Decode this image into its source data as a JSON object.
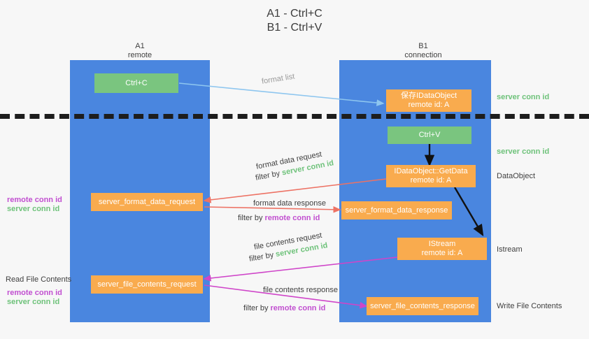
{
  "title": {
    "line1": "A1 - Ctrl+C",
    "line2": "B1 - Ctrl+V"
  },
  "columns": [
    {
      "name": "A1",
      "sub": "remote"
    },
    {
      "name": "B1",
      "sub": "connection"
    }
  ],
  "boxes": {
    "ctrl_c": "Ctrl+C",
    "ctrl_v": "Ctrl+V",
    "save_idataobject_l1": "保存IDataObject",
    "save_idataobject_l2": "remote id: A",
    "getdata_l1": "IDataObject::GetData",
    "getdata_l2": "remote id: A",
    "istream_l1": "IStream",
    "istream_l2": "remote id: A",
    "server_format_data_request": "server_format_data_request",
    "server_format_data_response": "server_format_data_response",
    "server_file_contents_request": "server_file_contents_request",
    "server_file_contents_response": "server_file_contents_response"
  },
  "edges": {
    "format_list": "format list",
    "format_data_request": "format data request",
    "format_data_request_filter_prefix": "filter by ",
    "format_data_request_filter_key": "server conn id",
    "format_data_response": "format data response",
    "format_data_response_filter_prefix": "filter by ",
    "format_data_response_filter_key": "remote conn id",
    "file_contents_request": "file contents request",
    "file_contents_request_filter_prefix": "filter by ",
    "file_contents_request_filter_key": "server conn id",
    "file_contents_response": "file contents response",
    "file_contents_response_filter_prefix": "filter by ",
    "file_contents_response_filter_key": "remote conn id"
  },
  "annotations": {
    "server_conn_id_top": "server conn id",
    "server_conn_id_mid": "server conn id",
    "dataobject": "DataObject",
    "istream": "Istream",
    "write_file_contents": "Write File Contents",
    "read_file_contents": "Read File Contents",
    "left_remote_conn_id_1": "remote conn id",
    "left_server_conn_id_1": "server conn id",
    "left_remote_conn_id_2": "remote conn id",
    "left_server_conn_id_2": "server conn id"
  },
  "colors": {
    "lane": "#4a86df",
    "green_box": "#7ac57f",
    "orange_box": "#f9ab4e",
    "green_text": "#6ec27a",
    "purple_text": "#c14fd0",
    "light_blue_arrow": "#8ec6ef",
    "red_arrow": "#ed7264",
    "magenta_arrow": "#cf45c9",
    "black_arrow": "#111111",
    "background": "#f7f7f7"
  }
}
